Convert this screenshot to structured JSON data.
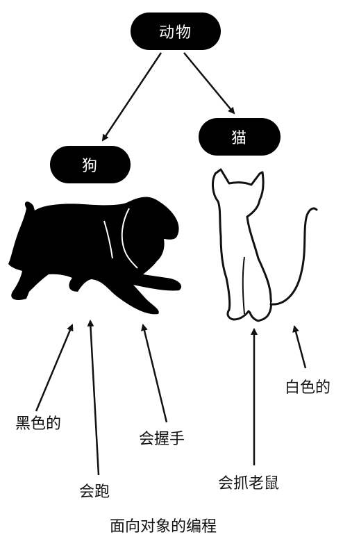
{
  "nodes": {
    "root": "动物",
    "dog": "狗",
    "cat": "猫"
  },
  "dog_attributes": {
    "color": "黑色的",
    "run": "会跑",
    "handshake": "会握手"
  },
  "cat_attributes": {
    "color": "白色的",
    "catch_mouse": "会抓老鼠"
  },
  "caption": "面向对象的编程",
  "colors": {
    "dog": "#000000",
    "cat": "#ffffff",
    "outline": "#111111"
  }
}
